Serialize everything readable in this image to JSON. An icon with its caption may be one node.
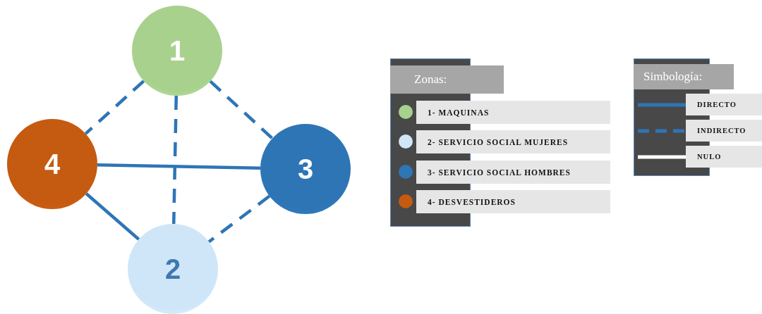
{
  "diagram": {
    "nodes": [
      {
        "text": [
          "1"
        ]
      },
      {
        "text": [
          "2"
        ]
      },
      {
        "text": [
          "3"
        ]
      },
      {
        "text": [
          "4"
        ]
      }
    ],
    "edges": [
      {
        "from": 0,
        "to": 3,
        "arrow": "none",
        "style": "dashed"
      },
      {
        "from": 0,
        "to": 2,
        "arrow": "none",
        "style": "dashed"
      },
      {
        "from": 0,
        "to": 1,
        "arrow": "none",
        "style": "dashed"
      },
      {
        "from": 3,
        "to": 2,
        "arrow": "none"
      },
      {
        "from": 3,
        "to": 1,
        "arrow": "none"
      },
      {
        "from": 2,
        "to": 1,
        "arrow": "none",
        "style": "dashed"
      }
    ],
    "labels": [
      "Zonas:",
      "Simbología:"
    ],
    "legend": [
      {
        "text": "1- MAQUINAS",
        "color": "#a9d18e"
      },
      {
        "text": "2- SERVICIO SOCIAL MUJERES",
        "color": "#cfe6f8"
      },
      {
        "text": "3- SERVICIO SOCIAL HOMBRES",
        "color": "#2e75b6"
      },
      {
        "text": "4- DESVESTIDEROS",
        "color": "#c55a11"
      },
      {
        "text": "DIRECTO"
      },
      {
        "text": "INDIRECTO"
      },
      {
        "text": "NULO"
      }
    ]
  }
}
